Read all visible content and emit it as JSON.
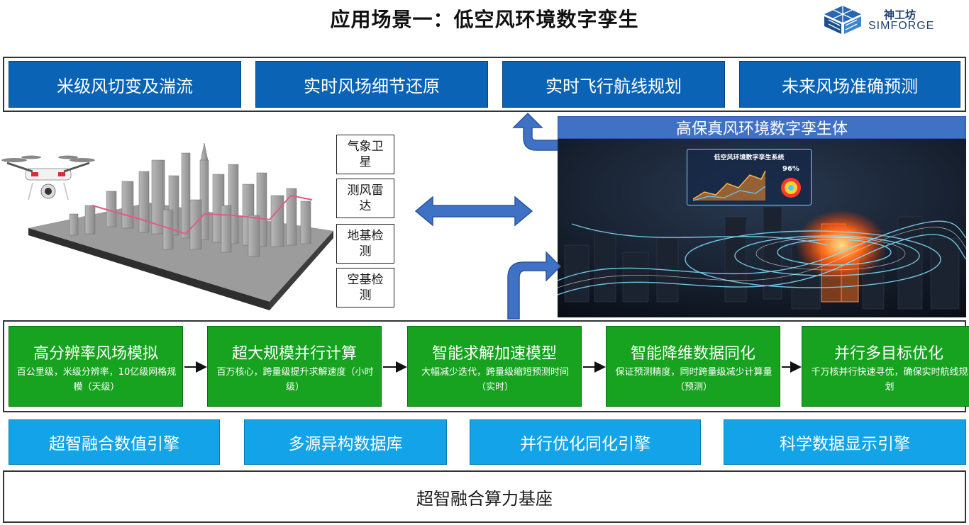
{
  "title": "应用场景一：低空风环境数字孪生",
  "logo": {
    "cn": "神工坊",
    "en": "SIMFORGE"
  },
  "top_boxes": [
    "米级风切变及湍流",
    "实时风场细节还原",
    "实时飞行航线规划",
    "未来风场准确预测"
  ],
  "twin_header": "高保真风环境数字孪生体",
  "twin_panel": {
    "title": "低空风环境数字孪生系统",
    "percent": "96%"
  },
  "data_sources": [
    "气象卫星",
    "测风雷达",
    "地基检测",
    "空基检测"
  ],
  "process": [
    {
      "title": "高分辨率风场模拟",
      "desc": "百公里级，米级分辨率，10亿级网格规模（天级）"
    },
    {
      "title": "超大规模并行计算",
      "desc": "百万核心，跨量级提升求解速度（小时级）"
    },
    {
      "title": "智能求解加速模型",
      "desc": "大幅减少迭代，跨量级缩短预测时间（实时）"
    },
    {
      "title": "智能降维数据同化",
      "desc": "保证预测精度，同时跨量级减少计算量（预测）"
    },
    {
      "title": "并行多目标优化",
      "desc": "千万核并行快速寻优，确保实时航线规划"
    }
  ],
  "engines": [
    "超智融合数值引擎",
    "多源异构数据库",
    "并行优化同化引擎",
    "科学数据显示引擎"
  ],
  "base": "超智融合算力基座",
  "colors": {
    "dark_blue": "#0a63b5",
    "green": "#17a31f",
    "light_blue": "#12a3e8",
    "header_blue": "#3f72c4"
  }
}
